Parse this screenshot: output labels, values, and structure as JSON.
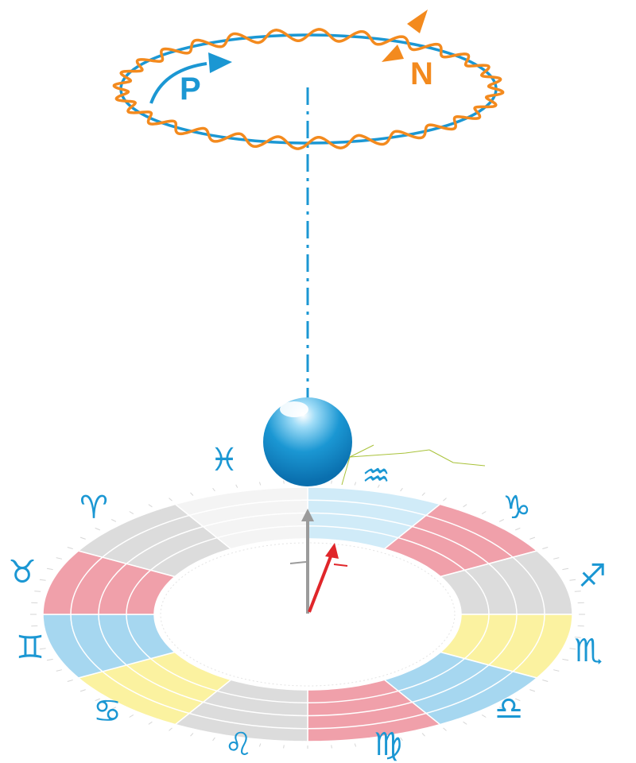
{
  "diagram": {
    "precession_label": "P",
    "nutation_label": "N",
    "zodiac_signs": [
      {
        "name": "pisces",
        "glyph": "♓"
      },
      {
        "name": "aquarius",
        "glyph": "♒"
      },
      {
        "name": "capricorn",
        "glyph": "♑"
      },
      {
        "name": "sagittarius",
        "glyph": "♐"
      },
      {
        "name": "scorpio",
        "glyph": "♏"
      },
      {
        "name": "libra",
        "glyph": "♎"
      },
      {
        "name": "virgo",
        "glyph": "♍"
      },
      {
        "name": "leo",
        "glyph": "♌"
      },
      {
        "name": "cancer",
        "glyph": "♋"
      },
      {
        "name": "gemini",
        "glyph": "♊"
      },
      {
        "name": "taurus",
        "glyph": "♉"
      },
      {
        "name": "aries",
        "glyph": "♈"
      }
    ],
    "colors": {
      "precession": "#1b97d3",
      "nutation": "#f38a1e",
      "pink": "#f0a0aa",
      "blue": "#a6d7f0",
      "yellow": "#fbf2a0",
      "gray": "#dcdcdc",
      "pale_blue": "#d0ebf8",
      "arrow_red": "#e0262a",
      "arrow_gray": "#9b9b9b"
    },
    "ring_sector_colors": [
      "pale_blue",
      "pink",
      "gray",
      "yellow",
      "blue",
      "pink",
      "gray",
      "yellow",
      "blue",
      "pink",
      "gray",
      "pale_white"
    ]
  }
}
